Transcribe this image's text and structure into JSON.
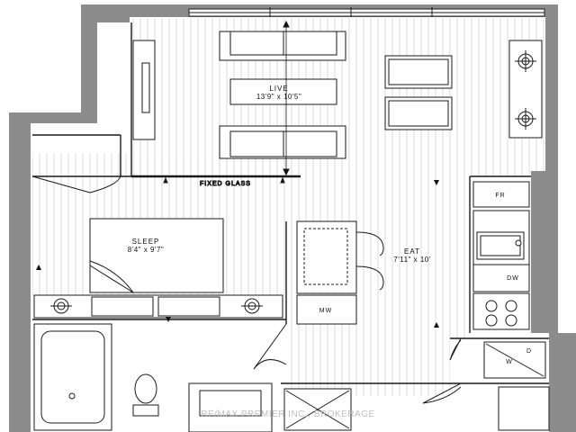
{
  "rooms": {
    "live": {
      "name": "LIVE",
      "dims": "13'9\" x 10'5\""
    },
    "sleep": {
      "name": "SLEEP",
      "dims": "8'4\" x 9'7\""
    },
    "eat": {
      "name": "EAT",
      "dims": "7'11\" x 10'"
    }
  },
  "labels": {
    "fixed_glass": "FIXED GLASS",
    "fridge": "FR",
    "dishwasher": "DW",
    "microwave": "MW",
    "dryer": "D",
    "washer": "W"
  },
  "watermark": "RE/MAX PREMIER INC., BROKERAGE",
  "colors": {
    "wall": "#8c8c8c",
    "floor_lines": "#c9c9c9",
    "outline": "#1a1a1a",
    "background": "#ffffff"
  },
  "icons": [
    "lamp-icon",
    "toilet-icon",
    "bathtub-icon",
    "sink-icon",
    "cooktop-icon",
    "stool-icon",
    "door-swing-icon"
  ]
}
